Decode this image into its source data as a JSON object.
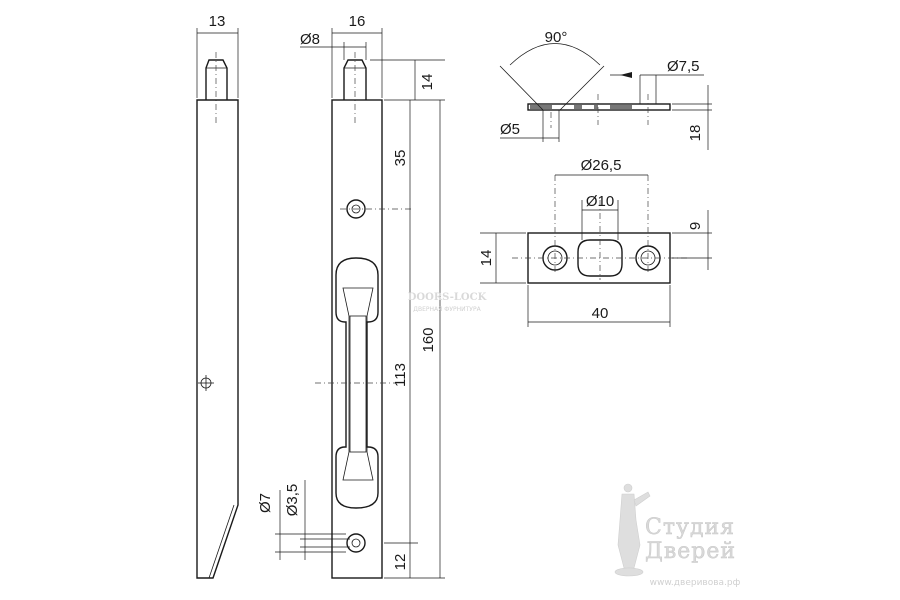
{
  "dimensions": {
    "side_width": "13",
    "front_width": "16",
    "pin_diameter": "Ø8",
    "pin_height": "14",
    "top_hole_offset": "35",
    "total_length": "160",
    "slot_length": "113",
    "bottom_hole_diameter_outer": "Ø7",
    "bottom_hole_diameter_inner": "Ø3,5",
    "bottom_offset": "12",
    "angle": "90°",
    "keeper_hole_diameter": "Ø7,5",
    "keeper_inner_diameter": "Ø5",
    "keeper_thickness": "18",
    "keeper_hole_spacing": "Ø26,5",
    "keeper_center_diameter": "Ø10",
    "keeper_half_height": "9",
    "keeper_height": "14",
    "keeper_length": "40"
  },
  "watermarks": {
    "center": "DOORS-LOCK",
    "center_sub": "ДВЕРНАЯ ФУРНИТУРА",
    "logo_line1": "Студия",
    "logo_line2": "Дверей",
    "logo_url": "www.дверивова.рф"
  },
  "colors": {
    "line": "#1a1a1a",
    "hatch": "#777777",
    "watermark": "#d9d9d9"
  }
}
